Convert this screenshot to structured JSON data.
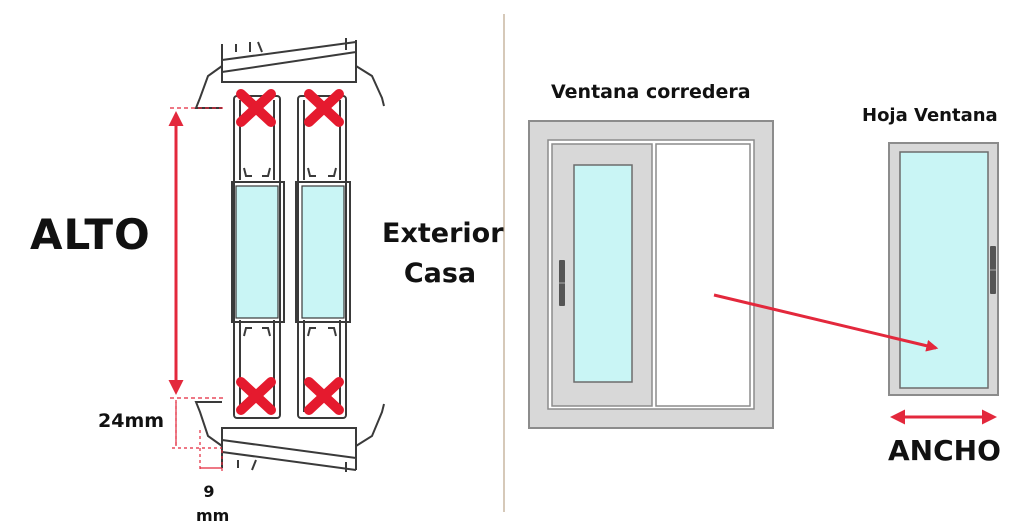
{
  "labels": {
    "alto": "ALTO",
    "exterior": "Exterior",
    "casa": "Casa",
    "dim_24": "24mm",
    "dim_9_value": "9",
    "dim_9_unit": "mm",
    "ventana_corredera": "Ventana corredera",
    "hoja_ventana": "Hoja Ventana",
    "ancho": "ANCHO"
  },
  "colors": {
    "arrow": "#e3283c",
    "profile_stroke": "#3a3a3a",
    "frame_fill": "#d8d8d8",
    "frame_stroke": "#8c8c8c",
    "glass": "#c9f5f5",
    "cross": "#e51a2e",
    "divider": "#c9b7a2"
  },
  "icons": [
    "cross-icon",
    "handle-icon",
    "arrow-icon"
  ]
}
